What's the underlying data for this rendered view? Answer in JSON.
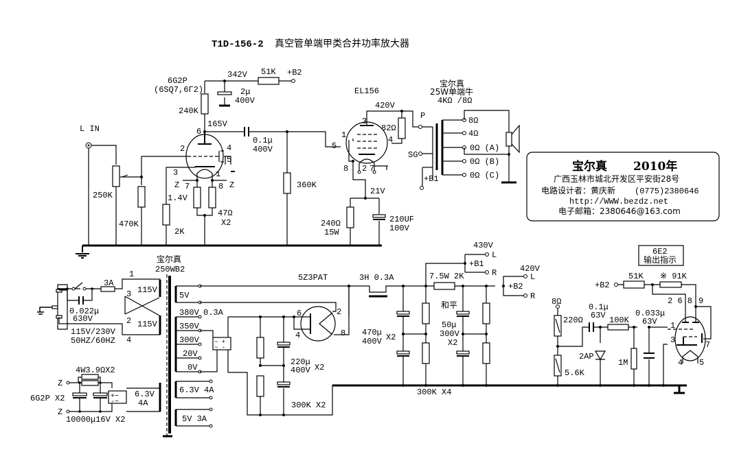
{
  "title": {
    "model": "T1D-156-2",
    "description": "真空管单端甲类合并功率放大器"
  },
  "input_stage": {
    "input_label": "L  IN",
    "pot": "250K",
    "grid_res": "470K",
    "tube_name": "6G2P",
    "tube_equiv": "(6SQ7,6Г2)",
    "plate_res": "240K",
    "supply_voltage": "342V",
    "decouple_res": "51K",
    "decouple_cap": "2μ",
    "decouple_cap_v": "400V",
    "b2": "+B2",
    "plate_voltage": "165V",
    "coupling_cap": "0.1μ",
    "coupling_cap_v": "400V",
    "grid_leak": "360K",
    "cathode_res": "2K",
    "cathode_voltage": "1.4V",
    "heater_res": "47Ω",
    "heater_res_qty": "X2",
    "pins": {
      "p6": "6",
      "p2": "2",
      "p4": "4",
      "p5": "5",
      "p3": "3",
      "p1": "1",
      "p7": "7",
      "p8": "8"
    },
    "heater_z": "Z"
  },
  "output_stage": {
    "tube_name": "EL156",
    "plate_voltage": "420V",
    "screen_res": "82Ω",
    "cathode_voltage": "21V",
    "cathode_res": "240Ω",
    "cathode_res_w": "15W",
    "cathode_cap": "210UF",
    "cathode_cap_v": "100V",
    "pins": {
      "p1": "1",
      "p3": "3",
      "p4": "4",
      "p5": "5",
      "p8": "8",
      "p2": "2",
      "p7": "7"
    }
  },
  "output_transformer": {
    "brand": "宝尔真",
    "type": "25W单端牛",
    "impedance": "4KΩ /8Ω",
    "p": "P",
    "sg": "SG",
    "b1": "+B1",
    "taps": [
      "8Ω",
      "4Ω",
      "0Ω (A)",
      "0Ω (B)",
      "0Ω (C)"
    ]
  },
  "info_box": {
    "brand": "宝尔真",
    "year": "2010年",
    "address": "广西玉林市城北开发区平安街28号",
    "designer": "电路设计者：黄庆新",
    "phone": "(0775)2380646",
    "website": "http://WWW.bezdz.net",
    "email": "电子邮箱：2380646@163.com"
  },
  "power_transformer": {
    "brand": "宝尔真",
    "model": "250WB2",
    "fuse": "3A",
    "x_cap": "0.022μ",
    "x_cap_v": "630V",
    "mains": "115V/230V",
    "freq": "50HZ/60HZ",
    "primary": [
      "115V",
      "115V"
    ],
    "primary_pins": [
      "1",
      "3",
      "2",
      "4"
    ],
    "secondaries": [
      "5V",
      "380V",
      "0.3A",
      "350V",
      "300V",
      "20V",
      "0V",
      "6.3V 4A",
      "5V 3A"
    ]
  },
  "heater_supply": {
    "res": "4W3.9ΩX2",
    "cap": "10000μ16V X2",
    "tube": "6G2P X2",
    "z": "Z",
    "winding": "6.3V",
    "current": "4A"
  },
  "rectifier": {
    "tube": "5Z3PAT",
    "pins": {
      "p6": "6",
      "p4": "4",
      "p2": "2",
      "p8": "8"
    },
    "bias_cap": "220μ",
    "bias_cap_v": "400V",
    "bias_cap_qty": "X2",
    "bias_res": "300K X2"
  },
  "filter": {
    "choke": "3H 0.3A",
    "cap1": "470μ",
    "cap1_v": "400V",
    "cap1_qty": "X2",
    "drop_res": "7.5W 2K",
    "brand": "和平",
    "cap2": "50μ",
    "cap2_v": "300V",
    "cap2_qty": "X2",
    "bleeders": "300K  X4",
    "b1_voltage": "430V",
    "b1": "+B1",
    "b2_voltage": "420V",
    "b2": "+B2",
    "l": "L",
    "r": "R"
  },
  "indicator": {
    "tube": "6E2",
    "label": "输出指示",
    "b2": "+B2",
    "res1": "51K",
    "res2": "※ 91K",
    "pins_268": "2 6 8",
    "pin9": "9",
    "pin1": "1",
    "pin3": "3",
    "pin7": "7",
    "pin4": "4",
    "pin5": "5",
    "tap": "8Ω",
    "r_top": "220Ω",
    "r_bot": "5.6K",
    "cap1": "0.1μ",
    "cap1_v": "63V",
    "diode": "2AP",
    "res": "100K",
    "cap2": "0.033μ",
    "cap2_v": "63V",
    "leak": "1M"
  }
}
